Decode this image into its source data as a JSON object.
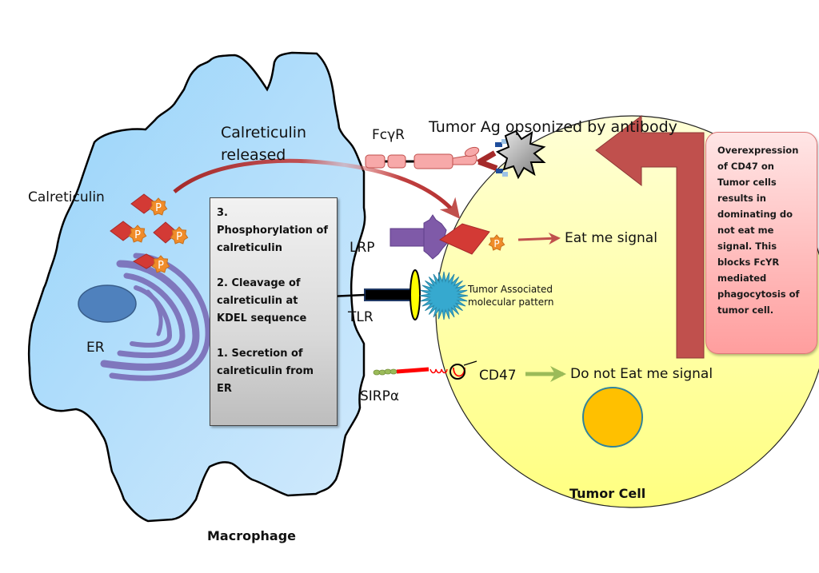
{
  "diagram": {
    "title": "Calreticulin and CD47 signaling between macrophage and tumor cell",
    "macrophage": {
      "label": "Macrophage",
      "er_label": "ER",
      "calreticulin_label": "Calreticulin",
      "calreticulin_released_line1": "Calreticulin",
      "calreticulin_released_line2": "released",
      "phospho_symbol": "P",
      "color": "#a8dcfb"
    },
    "steps": [
      "3.\nPhosphorylation of calreticulin",
      "2. Cleavage of calreticulin at KDEL sequence",
      "1. Secretion of calreticulin from ER"
    ],
    "receptors": {
      "fcgr": "FcγR",
      "lrp": "LRP",
      "tlr": "TLR",
      "sirpa": "SIRPα",
      "cd47": "CD47"
    },
    "tumor_cell": {
      "label": "Tumor Cell",
      "antigen_label": "Tumor Ag opsonized by antibody",
      "tamp_line1": "Tumor Associated",
      "tamp_line2": "molecular pattern",
      "eat_me": "Eat me signal",
      "do_not_eat_me": "Do not Eat me signal",
      "color": "#ffff99",
      "nucleus_color": "#ffc000"
    },
    "note": "Overexpression of CD47 on Tumor cells results in dominating do not eat me signal. This blocks FcYR mediated phagocytosis of tumor cell.",
    "colors": {
      "calreticulin": "#d33a35",
      "phosphate": "#f08c2a",
      "big_arrow": "#c0504d",
      "eat_me_arrow": "#c0504d",
      "dont_eat_arrow": "#9bbb59",
      "lrp": "#7f5aa8",
      "tamp": "#36a9cf"
    }
  }
}
